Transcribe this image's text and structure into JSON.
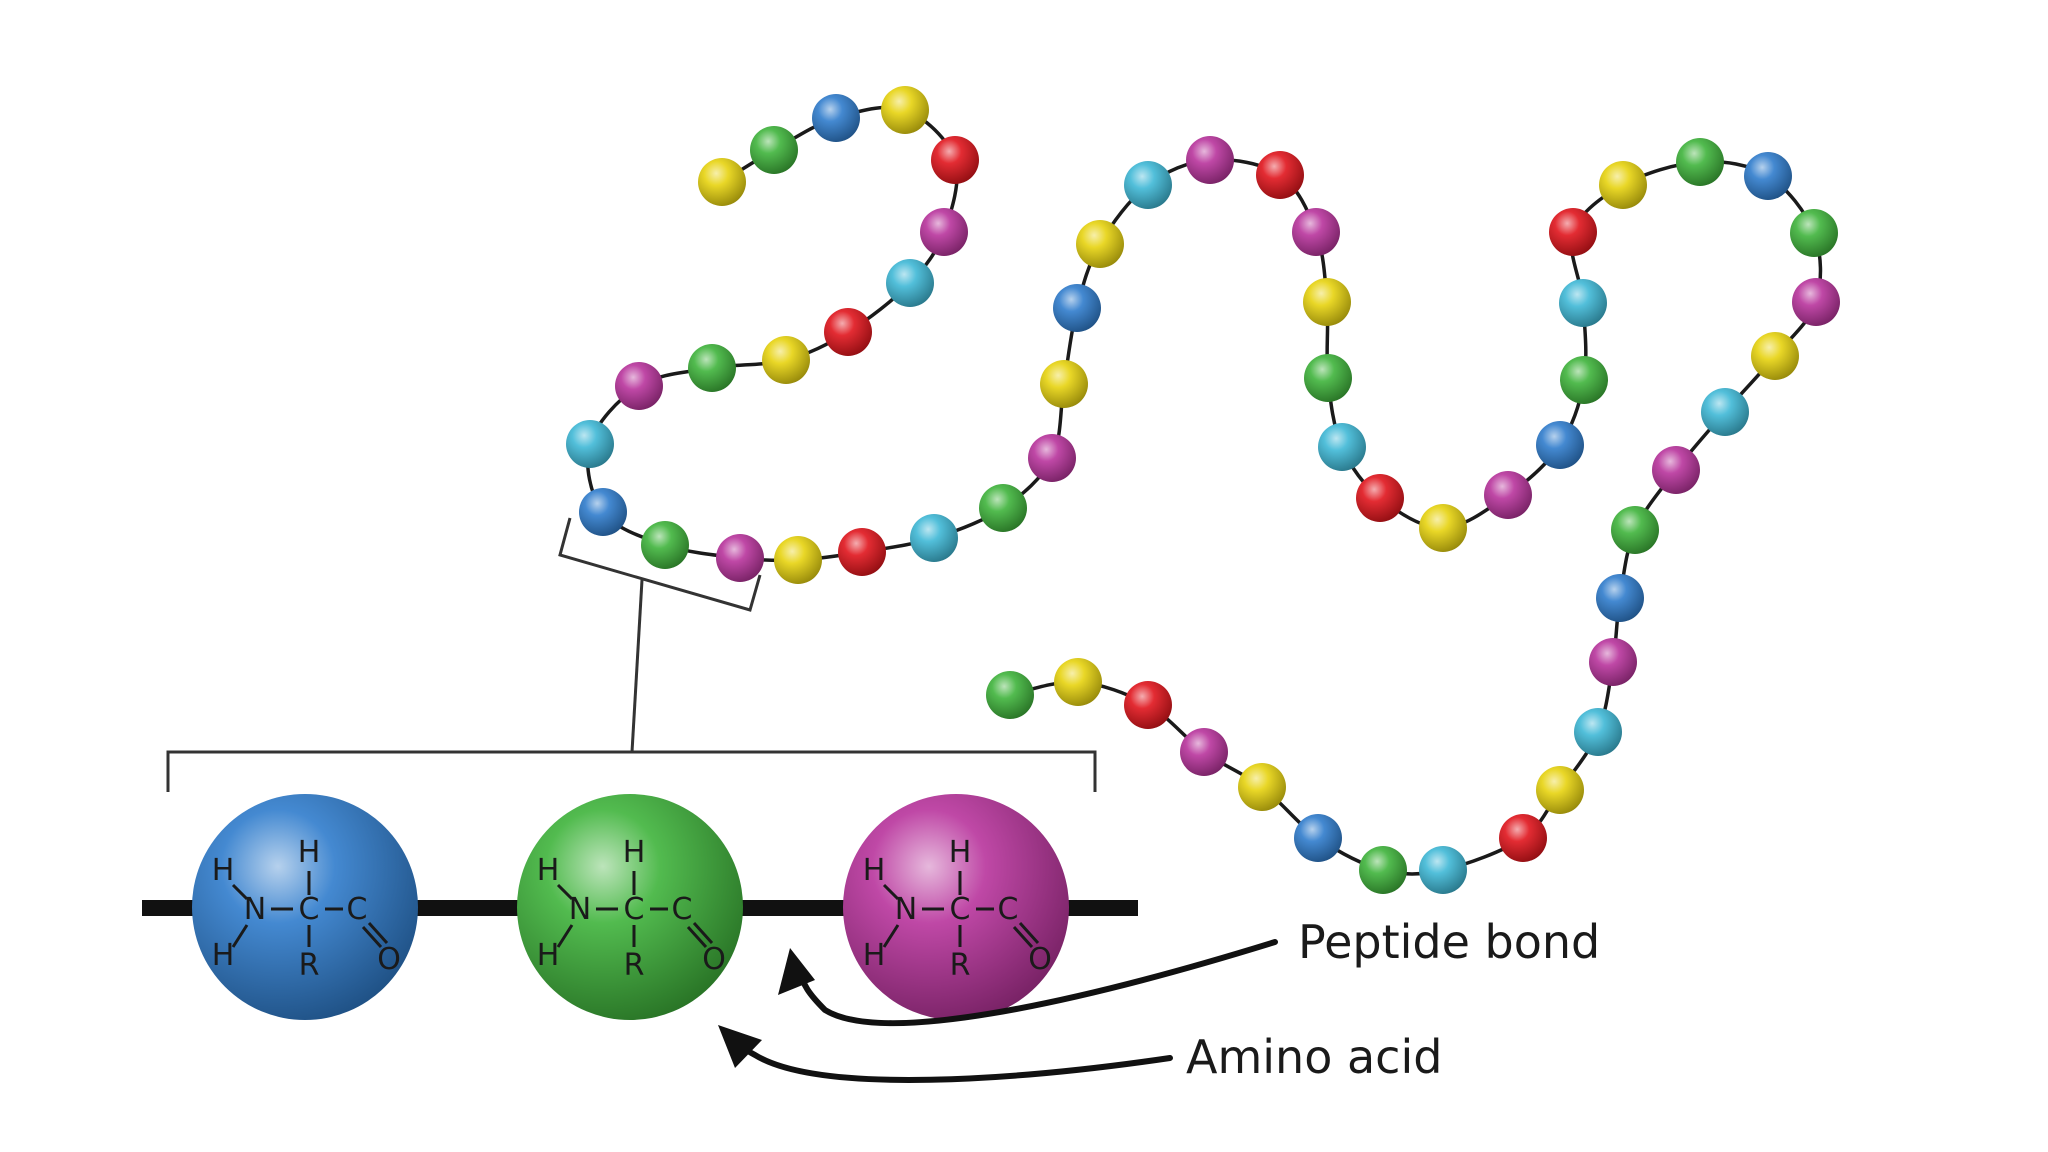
{
  "labels": {
    "peptide_bond": "Peptide bond",
    "amino_acid": "Amino acid"
  },
  "palette": {
    "yellow": "#e7d20f",
    "green": "#3fb33b",
    "blue": "#2f7ccc",
    "red": "#e0151c",
    "magenta": "#b8349c",
    "cyan": "#3fb8d6"
  },
  "chain_sequence": [
    "yellow",
    "green",
    "blue",
    "yellow",
    "red",
    "magenta",
    "cyan",
    "red",
    "yellow",
    "green",
    "magenta",
    "cyan",
    "blue",
    "green",
    "magenta",
    "yellow",
    "red",
    "cyan",
    "green",
    "magenta",
    "yellow",
    "blue",
    "yellow",
    "cyan",
    "magenta",
    "red",
    "magenta",
    "yellow",
    "green",
    "cyan",
    "red",
    "yellow",
    "magenta",
    "blue",
    "green",
    "cyan",
    "red",
    "yellow",
    "green",
    "blue",
    "green",
    "magenta",
    "yellow",
    "cyan",
    "magenta",
    "green",
    "blue",
    "magenta",
    "cyan",
    "yellow",
    "red",
    "cyan",
    "green",
    "blue",
    "yellow",
    "magenta",
    "red",
    "yellow",
    "green"
  ],
  "residues": [
    {
      "color": "#2f7ccc",
      "h_top": "H",
      "n": "N",
      "c_alpha": "C",
      "c_carbonyl": "C",
      "h_left_top": "H",
      "h_left_bottom": "H",
      "r": "R",
      "o": "O"
    },
    {
      "color": "#3fb33b",
      "h_top": "H",
      "n": "N",
      "c_alpha": "C",
      "c_carbonyl": "C",
      "h_left_top": "H",
      "h_left_bottom": "H",
      "r": "R",
      "o": "O"
    },
    {
      "color": "#b8349c",
      "h_top": "H",
      "n": "N",
      "c_alpha": "C",
      "c_carbonyl": "C",
      "h_left_top": "H",
      "h_left_bottom": "H",
      "r": "R",
      "o": "O"
    }
  ]
}
